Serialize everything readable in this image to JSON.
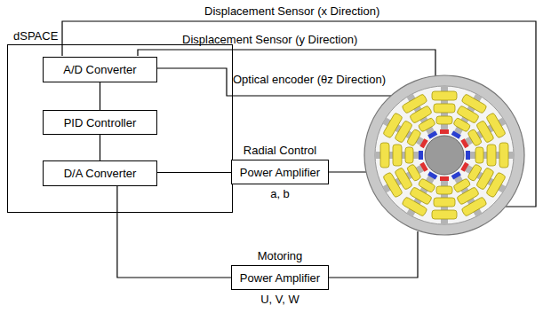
{
  "diagram": {
    "nodes": [
      {
        "text": [
          "dSPACE"
        ]
      },
      {
        "text": [
          "A/D Converter"
        ],
        "in": 0
      },
      {
        "text": [
          "PID Controller"
        ],
        "in": 0
      },
      {
        "text": [
          "D/A Converter"
        ],
        "in": 0
      },
      {
        "text": [
          "Radial Control",
          "Power Amplifier",
          "a, b"
        ]
      },
      {
        "text": [
          "Motoring",
          "Power Amplifier",
          "U, V, W"
        ]
      }
    ],
    "edges": [
      {
        "from": 1,
        "to": 2,
        "arrow": "none"
      },
      {
        "from": 2,
        "to": 3,
        "arrow": "none"
      },
      {
        "from": 3,
        "to": 4,
        "arrow": "none"
      },
      {
        "from": 3,
        "to": 5,
        "arrow": "none"
      }
    ],
    "labels": [
      "Displacement Sensor (x Direction)",
      "Displacement Sensor (y Direction)",
      "Optical encoder (θz Direction)"
    ]
  }
}
